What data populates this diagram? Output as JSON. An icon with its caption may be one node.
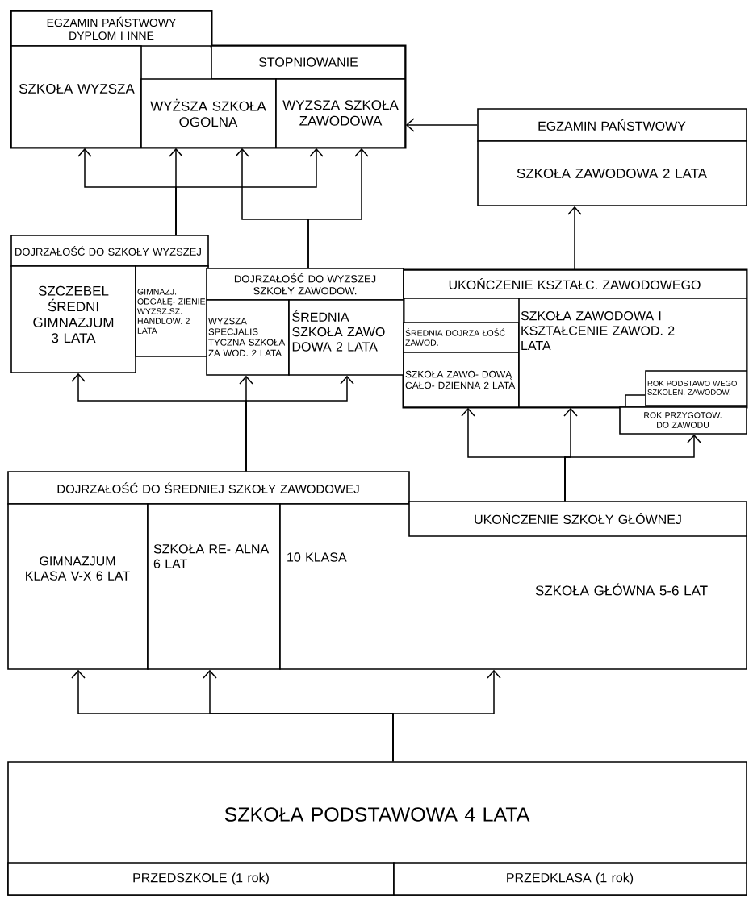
{
  "diagram": {
    "nodes": [
      {
        "text": [
          "EGZAMIN PAŃSTWOWY DYPLOM I INNE"
        ]
      },
      {
        "text": [
          "STOPNIOWANIE"
        ]
      },
      {
        "text": [
          "SZKOŁA WYZSZA"
        ]
      },
      {
        "text": [
          "WYŻSZA SZKOŁA OGOLNA"
        ]
      },
      {
        "text": [
          "WYZSZA SZKOŁA ZAWODOWA"
        ]
      },
      {
        "text": [
          "EGZAMIN PAŃSTWOWY"
        ]
      },
      {
        "text": [
          "SZKOŁA ZAWODOWA 2 LATA"
        ]
      },
      {
        "text": [
          "DOJRZAŁOŚĆ DO SZKOŁY WYZSZEJ"
        ]
      },
      {
        "text": [
          "SZCZEBEL ŚREDNI GIMNAZJUM 3 LATA"
        ]
      },
      {
        "text": [
          "GIMNAZJ. ODGAŁĘ- ZIENIE WYZSZ.SZ. HANDLOW. 2 LATA"
        ]
      },
      {
        "text": [
          "DOJRZAŁOŚĆ DO WYZSZEJ SZKOŁY ZAWODOW."
        ]
      },
      {
        "text": [
          "WYZSZA SPECJALIS TYCZNA SZKOŁA ZA WOD. 2 LATA"
        ]
      },
      {
        "text": [
          "ŚREDNIA SZKOŁA ZAWO DOWA 2 LATA"
        ]
      },
      {
        "text": [
          "UKOŃCZENIE KSZTAŁC. ZAWODOWEGO"
        ]
      },
      {
        "text": [
          "ŚREDNIA DOJRZA ŁOŚĆ ZAWOD."
        ]
      },
      {
        "text": [
          "SZKOŁA ZAWO- DOWĄ CAŁO- DZIENNA 2 LATA"
        ]
      },
      {
        "text": [
          "SZKOŁA ZAWODOWA I KSZTAŁCENIE ZAWOD. 2 LATA"
        ]
      },
      {
        "text": [
          "ROK PODSTAWO WEGO SZKOLEN. ZAWODOW."
        ],
        "in": 16
      },
      {
        "text": [
          "ROK PRZYGOTOW. DO ZAWODU"
        ]
      },
      {
        "text": [
          "DOJRZAŁOŚĆ DO ŚREDNIEJ SZKOŁY ZAWODOWEJ"
        ]
      },
      {
        "text": [
          "GIMNAZJUM KLASA V-X 6 LAT"
        ]
      },
      {
        "text": [
          "SZKOŁA RE- ALNA 6 LAT"
        ]
      },
      {
        "text": [
          "10 KLASA",
          "SZKOŁA GŁÓWNA 5-6 LAT"
        ]
      },
      {
        "text": [
          "UKOŃCZENIE SZKOŁY GŁÓWNEJ"
        ],
        "in": 22
      },
      {
        "text": [
          "SZKOŁA PODSTAWOWA 4 LATA"
        ]
      },
      {
        "text": [
          "PRZEDSZKOLE (1 rok)"
        ],
        "in": 24
      },
      {
        "text": [
          "PRZEDKLASA (1 rok)"
        ],
        "in": 24
      }
    ],
    "edges": [
      {
        "from": 7,
        "to": 2,
        "arrow": "to"
      },
      {
        "from": 7,
        "to": 3,
        "arrow": "to"
      },
      {
        "from": 7,
        "to": 4,
        "arrow": "to"
      },
      {
        "from": 10,
        "to": 3,
        "arrow": "to"
      },
      {
        "from": 10,
        "to": 4,
        "arrow": "to"
      },
      {
        "from": 5,
        "to": 4,
        "arrow": "to"
      },
      {
        "from": 13,
        "to": 6,
        "arrow": "to"
      },
      {
        "from": 19,
        "to": 8,
        "arrow": "to"
      },
      {
        "from": 19,
        "to": 11,
        "arrow": "to"
      },
      {
        "from": 19,
        "to": 12,
        "arrow": "to"
      },
      {
        "from": 23,
        "to": 15,
        "arrow": "to"
      },
      {
        "from": 23,
        "to": 16,
        "arrow": "to"
      },
      {
        "from": 23,
        "to": 18,
        "arrow": "to"
      },
      {
        "from": 24,
        "to": 20,
        "arrow": "to"
      },
      {
        "from": 24,
        "to": 21,
        "arrow": "to"
      },
      {
        "from": 24,
        "to": 22,
        "arrow": "to"
      },
      {
        "from": 17,
        "to": 18,
        "arrow": "none"
      }
    ]
  }
}
